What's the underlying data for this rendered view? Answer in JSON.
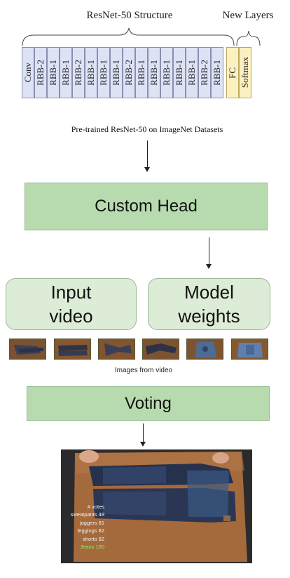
{
  "header": {
    "resnet_label": "ResNet-50 Structure",
    "new_layers_label": "New Layers"
  },
  "blocks": [
    {
      "label": "Conv",
      "type": "resnet"
    },
    {
      "label": "RBB-2",
      "type": "resnet"
    },
    {
      "label": "RBB-1",
      "type": "resnet"
    },
    {
      "label": "RBB-1",
      "type": "resnet"
    },
    {
      "label": "RBB-2",
      "type": "resnet"
    },
    {
      "label": "RBB-1",
      "type": "resnet"
    },
    {
      "label": "RBB-1",
      "type": "resnet"
    },
    {
      "label": "RBB-1",
      "type": "resnet"
    },
    {
      "label": "RBB-2",
      "type": "resnet"
    },
    {
      "label": "RBB-1",
      "type": "resnet"
    },
    {
      "label": "RBB-1",
      "type": "resnet"
    },
    {
      "label": "RBB-1",
      "type": "resnet"
    },
    {
      "label": "RBB-1",
      "type": "resnet"
    },
    {
      "label": "RBB-1",
      "type": "resnet"
    },
    {
      "label": "RBB-2",
      "type": "resnet"
    },
    {
      "label": "RBB-1",
      "type": "resnet"
    },
    {
      "label": "FC",
      "type": "new"
    },
    {
      "label": "Softmax",
      "type": "new"
    }
  ],
  "pretrained_caption": "Pre-trained ResNet-50 on ImageNet Datasets",
  "custom_head": "Custom Head",
  "input_video": "Input video",
  "model_weights": "Model weights",
  "images_caption": "Images from video",
  "voting": "Voting",
  "votes": {
    "header": "# votes",
    "rows": [
      {
        "label": "sweatpants 48",
        "highlight": false
      },
      {
        "label": "joggers 81",
        "highlight": false
      },
      {
        "label": "leggings 82",
        "highlight": false
      },
      {
        "label": "shorts 92",
        "highlight": false
      },
      {
        "label": "Jeans 100",
        "highlight": true
      }
    ]
  },
  "colors": {
    "resnet_block": "#dde2f5",
    "new_block": "#fbf1c0",
    "green_box": "#b7dbae",
    "light_green_box": "#dcecd6",
    "highlight_text": "#7dff5a"
  }
}
